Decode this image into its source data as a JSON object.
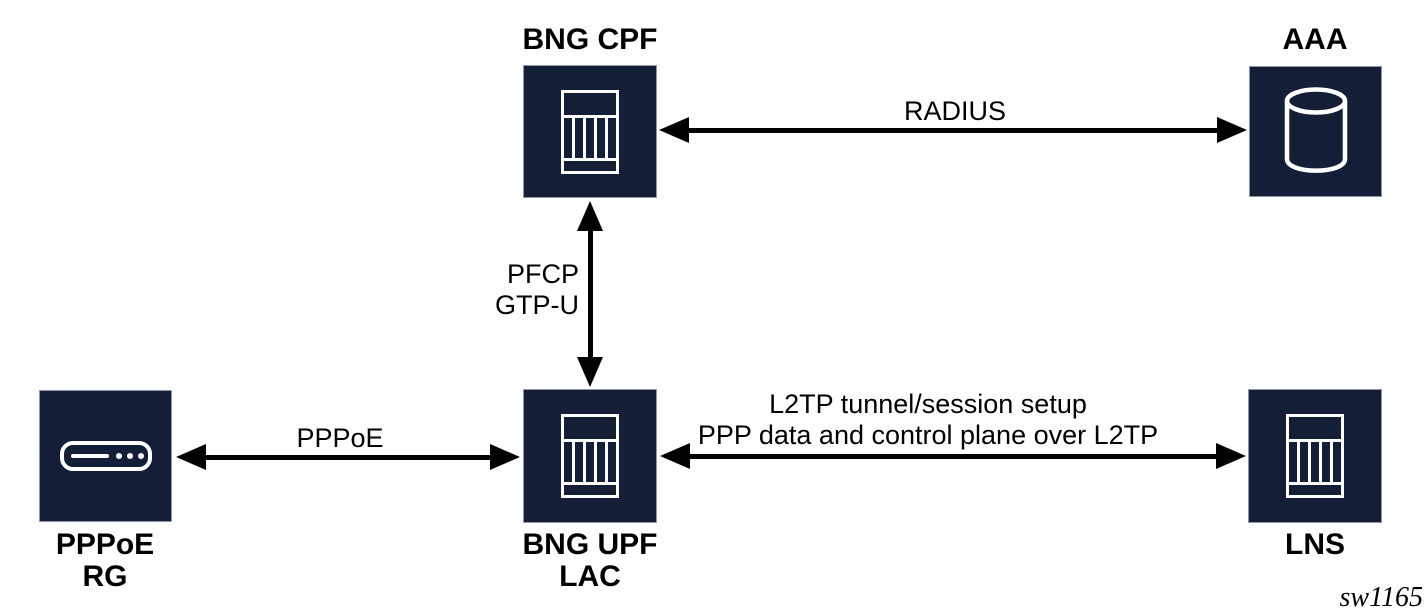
{
  "figure": {
    "watermark": "sw1165"
  },
  "colors": {
    "node_background": "#141f37",
    "icon_stroke": "#ffffff",
    "connector": "#000000",
    "label_text": "#000000",
    "page_background": "#ffffff"
  },
  "nodes": {
    "bng_cpf": {
      "label": "BNG CPF",
      "icon": "chassis-icon",
      "label_position": "above"
    },
    "aaa": {
      "label": "AAA",
      "icon": "database-icon",
      "label_position": "above"
    },
    "pppoe_rg": {
      "label_line1": "PPPoE",
      "label_line2": "RG",
      "icon": "modem-icon",
      "label_position": "below"
    },
    "bng_upf_lac": {
      "label_line1": "BNG UPF",
      "label_line2": "LAC",
      "icon": "chassis-icon",
      "label_position": "below"
    },
    "lns": {
      "label": "LNS",
      "icon": "chassis-icon",
      "label_position": "below"
    }
  },
  "links": {
    "radius": {
      "label": "RADIUS",
      "from": "BNG CPF",
      "to": "AAA",
      "style": "double-arrow"
    },
    "pfcp_gtpu": {
      "label_line1": "PFCP",
      "label_line2": "GTP-U",
      "from": "BNG CPF",
      "to": "BNG UPF LAC",
      "style": "double-arrow"
    },
    "pppoe": {
      "label": "PPPoE",
      "from": "PPPoE RG",
      "to": "BNG UPF LAC",
      "style": "double-arrow"
    },
    "l2tp": {
      "label_line1": "L2TP tunnel/session setup",
      "label_line2": "PPP data and control plane over L2TP",
      "from": "BNG UPF LAC",
      "to": "LNS",
      "style": "double-arrow"
    }
  }
}
